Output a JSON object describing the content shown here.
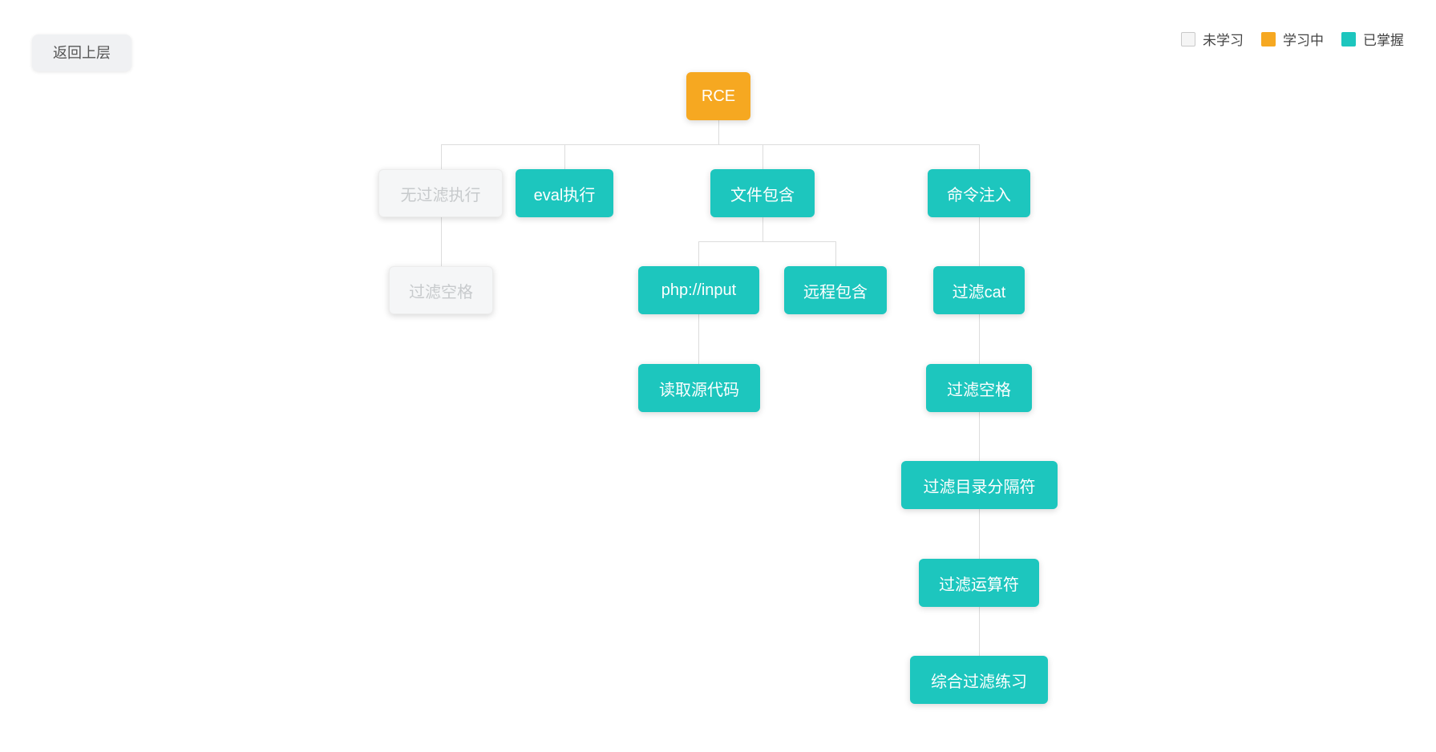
{
  "toolbar": {
    "back_button": "返回上层"
  },
  "legend": {
    "items": [
      {
        "label": "未学习",
        "status": "not-learned",
        "color": "#f5f5f5"
      },
      {
        "label": "学习中",
        "status": "learning",
        "color": "#f6a821"
      },
      {
        "label": "已掌握",
        "status": "mastered",
        "color": "#1dc6be"
      }
    ]
  },
  "colors": {
    "learning": "#f6a821",
    "mastered": "#1dc6be",
    "not_learned_bg": "#f5f6f7",
    "not_learned_text": "#c7cacc",
    "connector": "#dcdcdc"
  },
  "nodes": [
    {
      "id": "rce",
      "label": "RCE",
      "status": "learning",
      "parent": null
    },
    {
      "id": "no-filter-exec",
      "label": "无过滤执行",
      "status": "not-learned",
      "parent": "rce"
    },
    {
      "id": "eval-exec",
      "label": "eval执行",
      "status": "mastered",
      "parent": "rce"
    },
    {
      "id": "file-include",
      "label": "文件包含",
      "status": "mastered",
      "parent": "rce"
    },
    {
      "id": "cmd-inject",
      "label": "命令注入",
      "status": "mastered",
      "parent": "rce"
    },
    {
      "id": "filter-space-nf",
      "label": "过滤空格",
      "status": "not-learned",
      "parent": "no-filter-exec"
    },
    {
      "id": "php-input",
      "label": "php://input",
      "status": "mastered",
      "parent": "file-include"
    },
    {
      "id": "remote-include",
      "label": "远程包含",
      "status": "mastered",
      "parent": "file-include"
    },
    {
      "id": "filter-cat",
      "label": "过滤cat",
      "status": "mastered",
      "parent": "cmd-inject"
    },
    {
      "id": "read-source",
      "label": "读取源代码",
      "status": "mastered",
      "parent": "php-input"
    },
    {
      "id": "filter-space",
      "label": "过滤空格",
      "status": "mastered",
      "parent": "filter-cat"
    },
    {
      "id": "filter-dir-sep",
      "label": "过滤目录分隔符",
      "status": "mastered",
      "parent": "filter-space"
    },
    {
      "id": "filter-operator",
      "label": "过滤运算符",
      "status": "mastered",
      "parent": "filter-dir-sep"
    },
    {
      "id": "combined-filter",
      "label": "综合过滤练习",
      "status": "mastered",
      "parent": "filter-operator"
    }
  ]
}
